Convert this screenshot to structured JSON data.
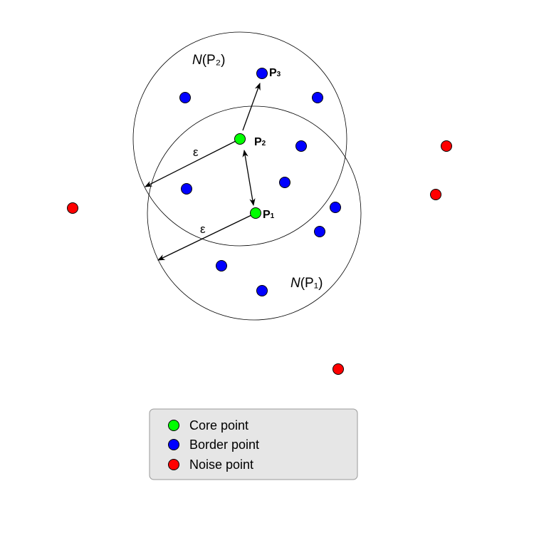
{
  "colors": {
    "core": "#00ff00",
    "border": "#0000ff",
    "noise": "#ff0000",
    "legend_bg": "#e6e6e6"
  },
  "labels": {
    "n_p2_italic": "N",
    "n_p2_rest": "(P₂)",
    "n_p1_italic": "N",
    "n_p1_rest": "(P₁)",
    "p1": "P",
    "p1_sub": "1",
    "p2": "P",
    "p2_sub": "2",
    "p3": "P",
    "p3_sub": "3",
    "epsilon_1": "ε",
    "epsilon_2": "ε"
  },
  "legend": {
    "items": [
      {
        "label": "Core point",
        "type": "core"
      },
      {
        "label": "Border point",
        "type": "border"
      },
      {
        "label": "Noise point",
        "type": "noise"
      }
    ]
  }
}
